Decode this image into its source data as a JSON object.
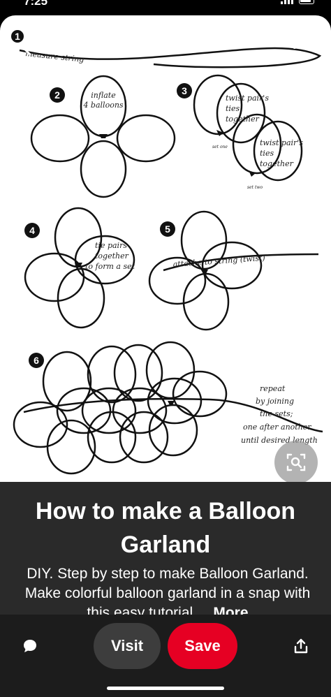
{
  "status": {
    "time": "7:25"
  },
  "pin": {
    "title": "How to make a Balloon Garland",
    "description": "DIY. Step by step to make Balloon Garland. Make colorful balloon garland in a snap with this easy tutorial....",
    "more_label": "More"
  },
  "illustration": {
    "step_numbers": [
      "1",
      "2",
      "3",
      "4",
      "5",
      "6"
    ],
    "step1": "measure string",
    "step2": [
      "inflate",
      "4 balloons"
    ],
    "step3": [
      "twist pair's",
      "ties",
      "together"
    ],
    "step3b": [
      "twist pair's",
      "ties",
      "together"
    ],
    "set_one": "set one",
    "set_two": "set two",
    "step4": [
      "tie pairs",
      "together",
      "to form a set"
    ],
    "step5": "attache to string (twist)",
    "step6": [
      "repeat",
      "by joining",
      "the sets;",
      "one after another",
      "until desired length"
    ]
  },
  "actions": {
    "visit_label": "Visit",
    "save_label": "Save"
  },
  "colors": {
    "save": "#e60023",
    "visit": "#3d3d3d",
    "info_bg": "#2a2a2a",
    "bottom_bg": "#1c1c1c"
  },
  "icons": [
    "back-arrow-icon",
    "more-dots-icon",
    "visual-search-icon",
    "comment-icon",
    "share-icon"
  ]
}
